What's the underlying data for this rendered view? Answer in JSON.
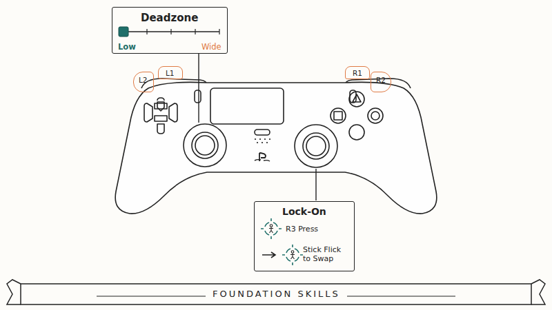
{
  "diagram": {
    "nodes": [
      {
        "text": [
          "Deadzone",
          "Low",
          "Wide"
        ]
      },
      {
        "text": [
          "L2"
        ]
      },
      {
        "text": [
          "L1"
        ]
      },
      {
        "text": [
          "R1"
        ]
      },
      {
        "text": [
          "R2"
        ]
      },
      {
        "text": [
          "Lock-On",
          "R3 Press",
          "Stick Flick to Swap"
        ]
      },
      {
        "text": [
          "FOUNDATION SKILLS"
        ]
      }
    ]
  }
}
